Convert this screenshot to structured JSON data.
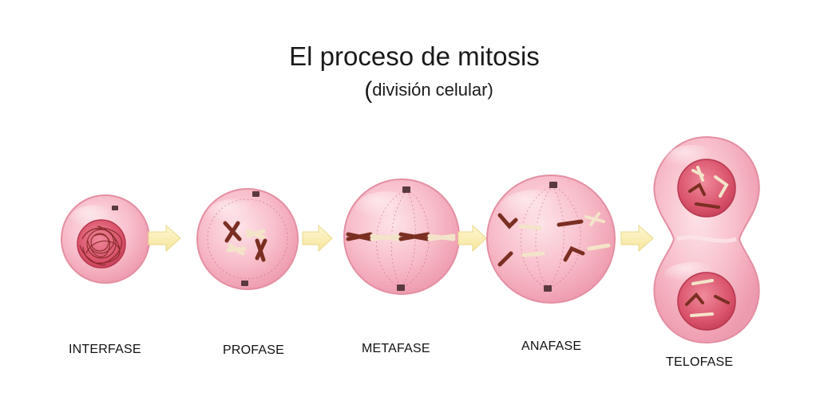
{
  "title": "El proceso de mitosis",
  "subtitle": {
    "open": "(",
    "text": "división  celular",
    "close": ")"
  },
  "phases": [
    {
      "label": "INTERFASE"
    },
    {
      "label": "PROFASE"
    },
    {
      "label": "METAFASE"
    },
    {
      "label": "ANAFASE"
    },
    {
      "label": "TELOFASE"
    }
  ],
  "colors": {
    "cell_fill": "#f7b8c4",
    "cell_edge": "#e58fa2",
    "nucleus": "#d9536b",
    "chromatin": "#8b2a22",
    "chromosome_dark": "#7a2f22",
    "chromosome_light": "#f7ead2",
    "arrow": "#fdf0b6",
    "arrow_edge": "#e9d98a"
  }
}
